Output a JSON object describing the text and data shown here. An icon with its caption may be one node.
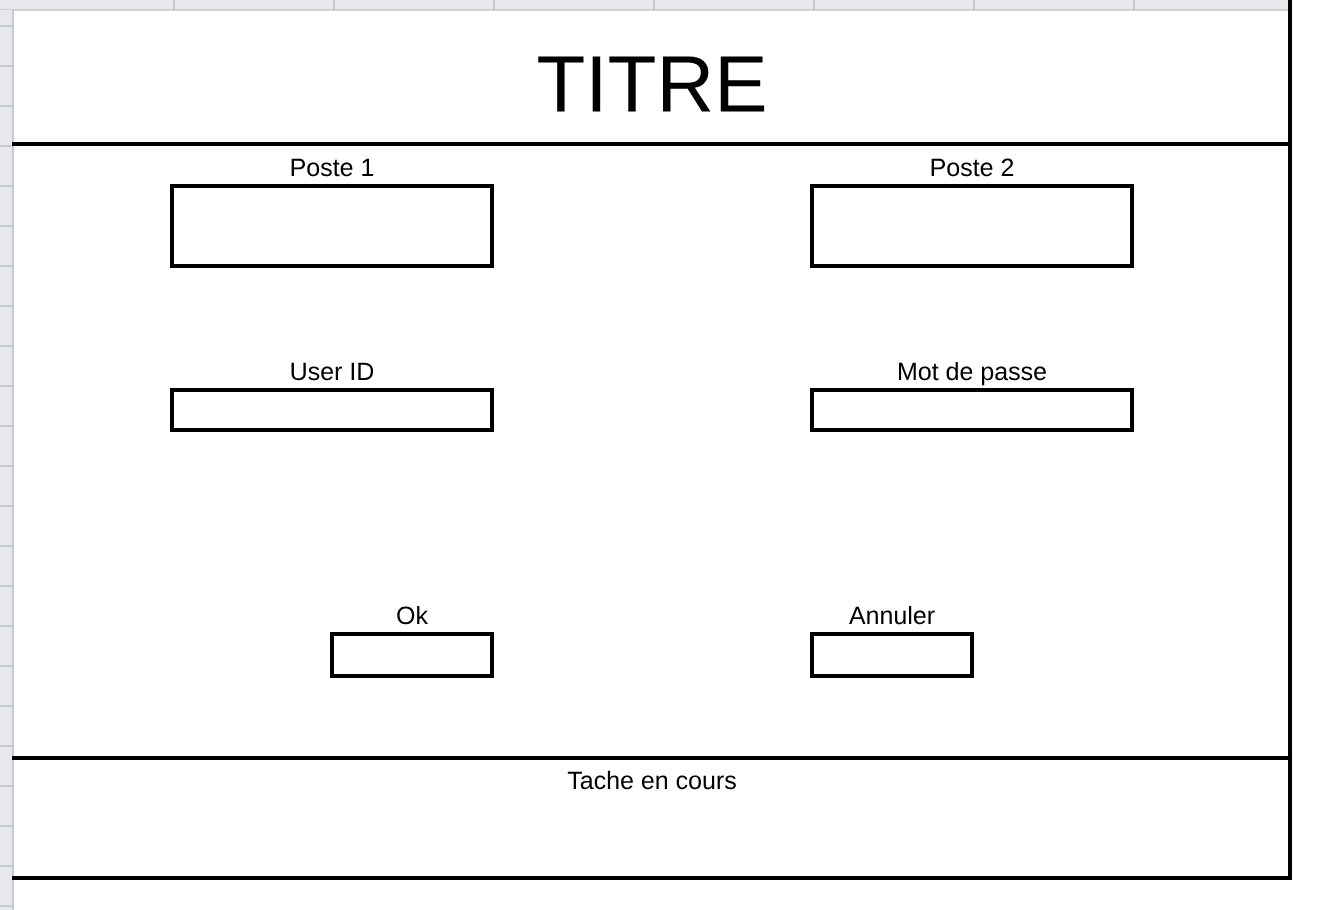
{
  "diagram": {
    "nodes": [
      {
        "text": [
          "TITRE"
        ]
      },
      {
        "text": [],
        "shape": "box"
      },
      {
        "text": [
          "Poste 1"
        ],
        "in": 1
      },
      {
        "text": [
          "Poste 2"
        ],
        "in": 1
      },
      {
        "text": [
          "User ID"
        ],
        "in": 1
      },
      {
        "text": [
          "Mot de passe"
        ],
        "in": 1
      },
      {
        "text": [
          "Ok"
        ],
        "in": 1
      },
      {
        "text": [
          "Annuler"
        ],
        "in": 1
      },
      {
        "text": [
          "Tache en cours"
        ]
      }
    ]
  }
}
